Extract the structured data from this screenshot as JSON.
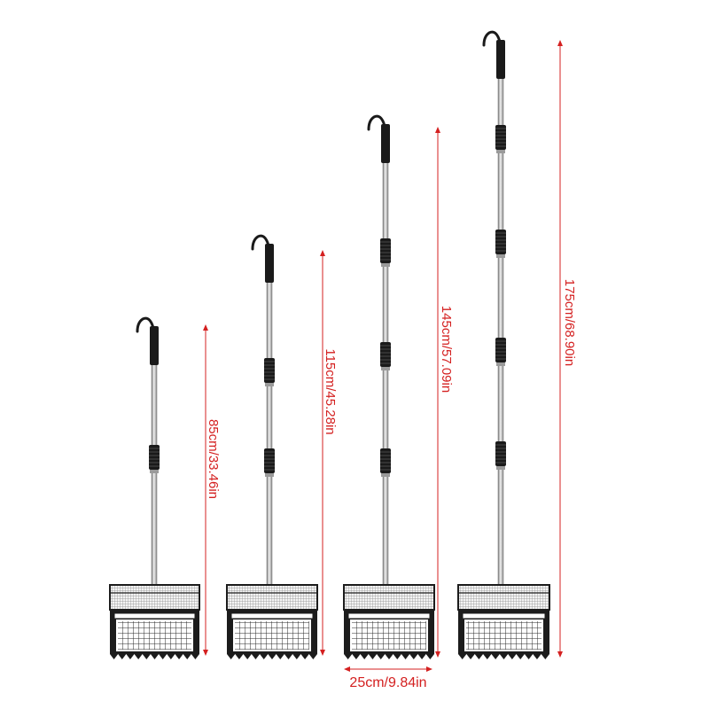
{
  "colors": {
    "dimension": "#d42020",
    "pole": "#b9b9b9",
    "grip": "#1a1a1a",
    "frame": "#1c1c1c"
  },
  "icons": [
    "telescopic-scoop-icon",
    "dimension-arrow-icon"
  ],
  "products": [
    {
      "id": "s85",
      "length_label": "85cm/33.46in",
      "length_cm": 85
    },
    {
      "id": "s115",
      "length_label": "115cm/45.28in",
      "length_cm": 115
    },
    {
      "id": "s145",
      "length_label": "145cm/57.09in",
      "length_cm": 145
    },
    {
      "id": "s175",
      "length_label": "175cm/68.90in",
      "length_cm": 175
    }
  ],
  "width_label": "25cm/9.84in"
}
